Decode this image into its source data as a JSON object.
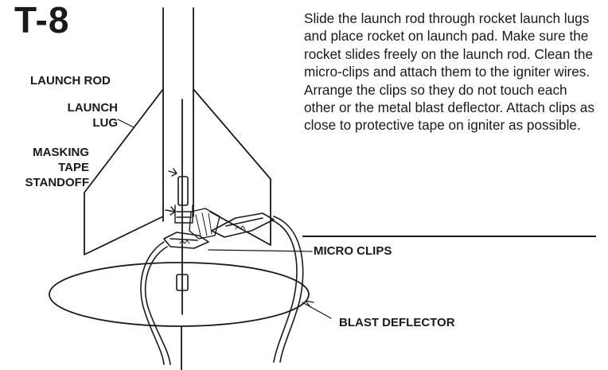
{
  "step": {
    "number": "T-8"
  },
  "instructions": {
    "text": "Slide the launch rod through rocket launch lugs and place rocket on launch pad. Make sure the rocket slides freely on the launch rod. Clean the micro-clips and attach them to the igniter wires. Arrange the clips so they do not touch each other or the metal blast deflector. Attach clips as close to protective tape on igniter as possible."
  },
  "labels": {
    "launch_rod": "LAUNCH ROD",
    "launch_lug_line1": "LAUNCH",
    "launch_lug_line2": "LUG",
    "masking_tape_line1": "MASKING",
    "masking_tape_line2": "TAPE",
    "masking_tape_line3": "STANDOFF",
    "micro_clips": "MICRO CLIPS",
    "blast_deflector": "BLAST DEFLECTOR"
  },
  "colors": {
    "ink": "#1a1a1a",
    "paper": "#ffffff"
  }
}
